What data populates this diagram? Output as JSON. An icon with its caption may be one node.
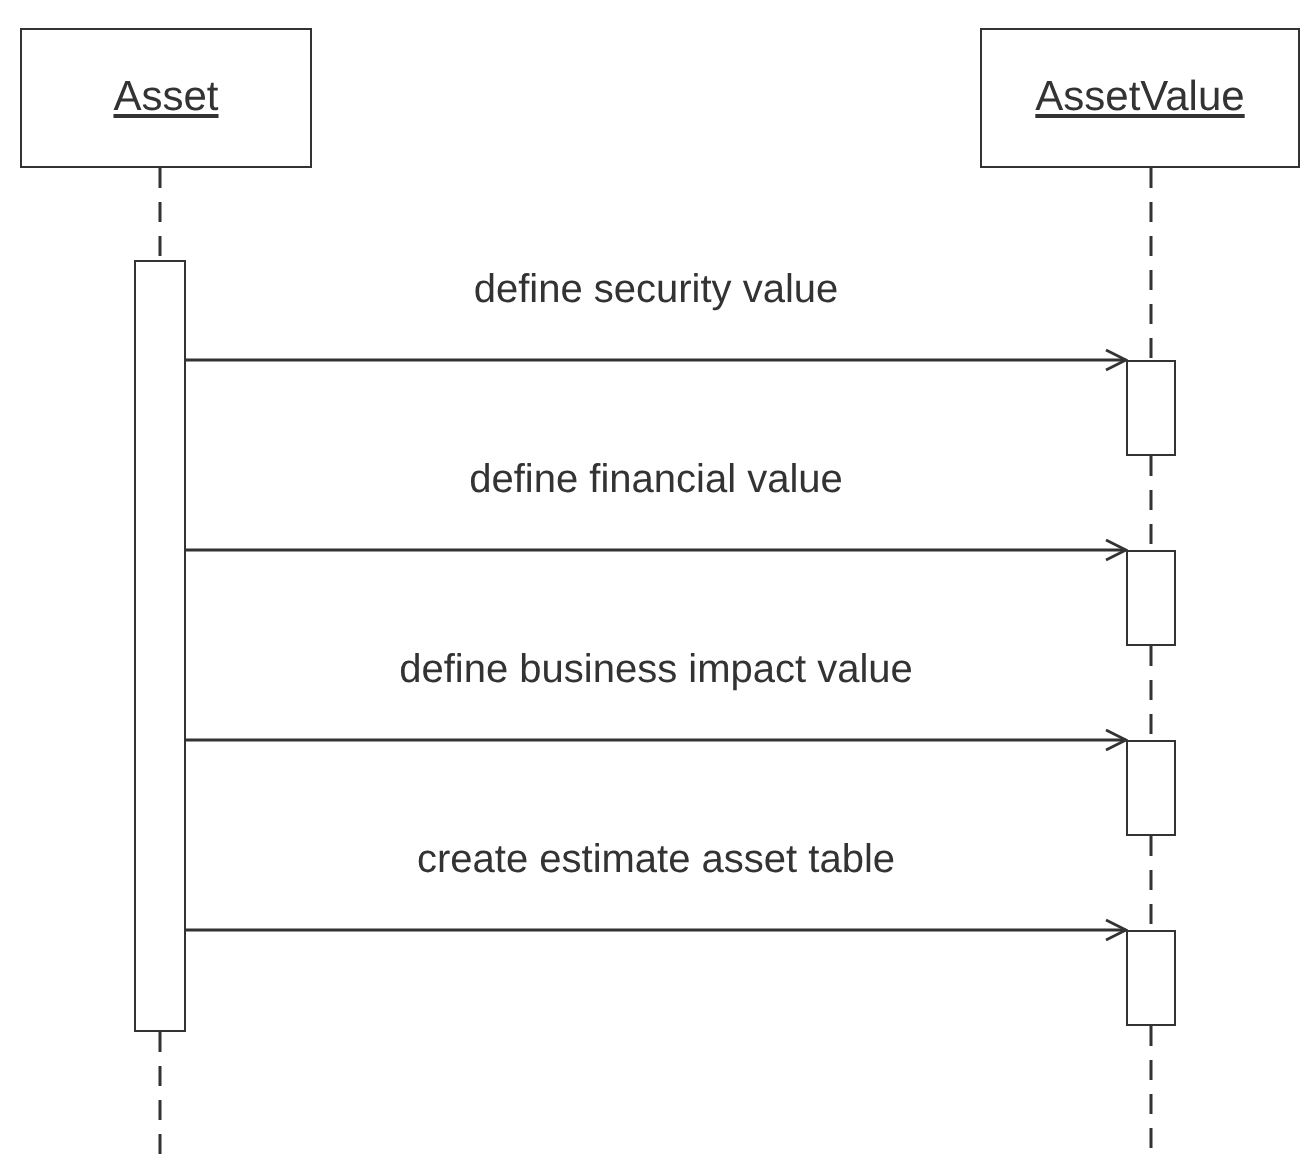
{
  "diagram": {
    "nodes": [
      {
        "text": [
          "Asset"
        ]
      },
      {
        "text": [
          "AssetValue"
        ]
      },
      {
        "text": [],
        "shape": "bar"
      },
      {
        "text": [],
        "shape": "bar"
      },
      {
        "text": [],
        "shape": "bar"
      },
      {
        "text": [],
        "shape": "bar"
      },
      {
        "text": [],
        "shape": "bar"
      }
    ],
    "edges": [
      {
        "from": 0,
        "to": 2,
        "arrow": "none",
        "style": "dashed"
      },
      {
        "from": 1,
        "to": 3,
        "arrow": "none",
        "style": "dashed"
      },
      {
        "from": 3,
        "to": 4,
        "arrow": "none",
        "style": "dashed"
      },
      {
        "from": 4,
        "to": 5,
        "arrow": "none",
        "style": "dashed"
      },
      {
        "from": 5,
        "to": 6,
        "arrow": "none",
        "style": "dashed"
      },
      {
        "from": 2,
        "to": null,
        "arrow": "none",
        "style": "dashed"
      },
      {
        "from": 6,
        "to": null,
        "arrow": "none",
        "style": "dashed"
      },
      {
        "from": 2,
        "to": 3,
        "arrow": "to",
        "label": "define security value"
      },
      {
        "from": 2,
        "to": 4,
        "arrow": "to",
        "label": "define financial value"
      },
      {
        "from": 2,
        "to": 5,
        "arrow": "to",
        "label": "define business impact value"
      },
      {
        "from": 2,
        "to": 6,
        "arrow": "to",
        "label": "create estimate asset table"
      }
    ]
  }
}
